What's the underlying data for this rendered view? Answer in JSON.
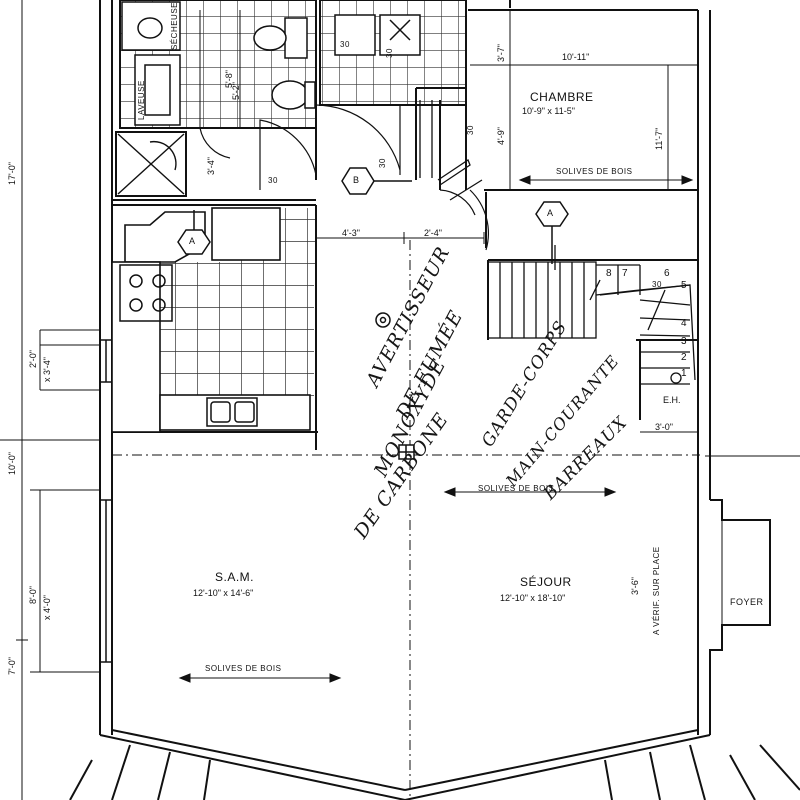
{
  "rooms": {
    "chambre": {
      "name": "CHAMBRE",
      "size": "10'-9\" x 11-5\""
    },
    "sam": {
      "name": "S.A.M.",
      "size": "12'-10\" x 14'-6\""
    },
    "sejour": {
      "name": "SÉJOUR",
      "size": "12'-10\" x 18'-10\""
    },
    "foyer": {
      "name": "FOYER"
    }
  },
  "joist_notes": {
    "chambre": "SOLIVES DE BOIS",
    "center": "SOLIVES DE BOIS",
    "sam": "SOLIVES DE BOIS"
  },
  "dimensions": {
    "chambre_width": "10'-11\"",
    "chambre_height": "11'-7\"",
    "top_3_7": "3'-7\"",
    "closet_4_9": "4'-9\"",
    "hall_4_3": "4'-3\"",
    "hall_2_4": "2'-4\"",
    "stair_3_0": "3'-0\"",
    "bath_5_8": "5'-8\"",
    "bath_5_2": "5'-2\"",
    "bath_3_4": "3'-4\"",
    "left_17_0": "17'-0\"",
    "left_10_0": "10'-0\"",
    "left_7_0": "7'-0\"",
    "left_2_0": "2'-0\"",
    "left_x_3_4": "x 3'-4\"",
    "left_8_0": "8'-0\"",
    "left_x_4_0": "x 4'-0\"",
    "foyer_3_6": "3'-6\"",
    "foyer_note": "A VÉRIF. SUR PLACE"
  },
  "fixtures": {
    "cabinet_30_a": "30",
    "cabinet_30_b": "30",
    "cabinet_30_c": "30",
    "cabinet_30_d": "30",
    "cabinet_30_e": "30",
    "cabinet_30_f": "30",
    "appliance_label": "SÉCHEUSE",
    "laundry_label": "LAVEUSE",
    "heater": "E.H.",
    "marker_a": "A",
    "marker_b": "B"
  },
  "stairs": {
    "steps": [
      "1",
      "2",
      "3",
      "4",
      "5",
      "6",
      "7",
      "8"
    ]
  },
  "handwritten": {
    "smoke_1": "AVERTISSEUR",
    "smoke_2": "DE FUMÉE",
    "co_1": "MONOXYDE",
    "co_2": "DE CARBONE",
    "rail_1": "GARDE-CORPS",
    "rail_2": "MAIN-COURANTE",
    "rail_3": "BARREAUX"
  }
}
